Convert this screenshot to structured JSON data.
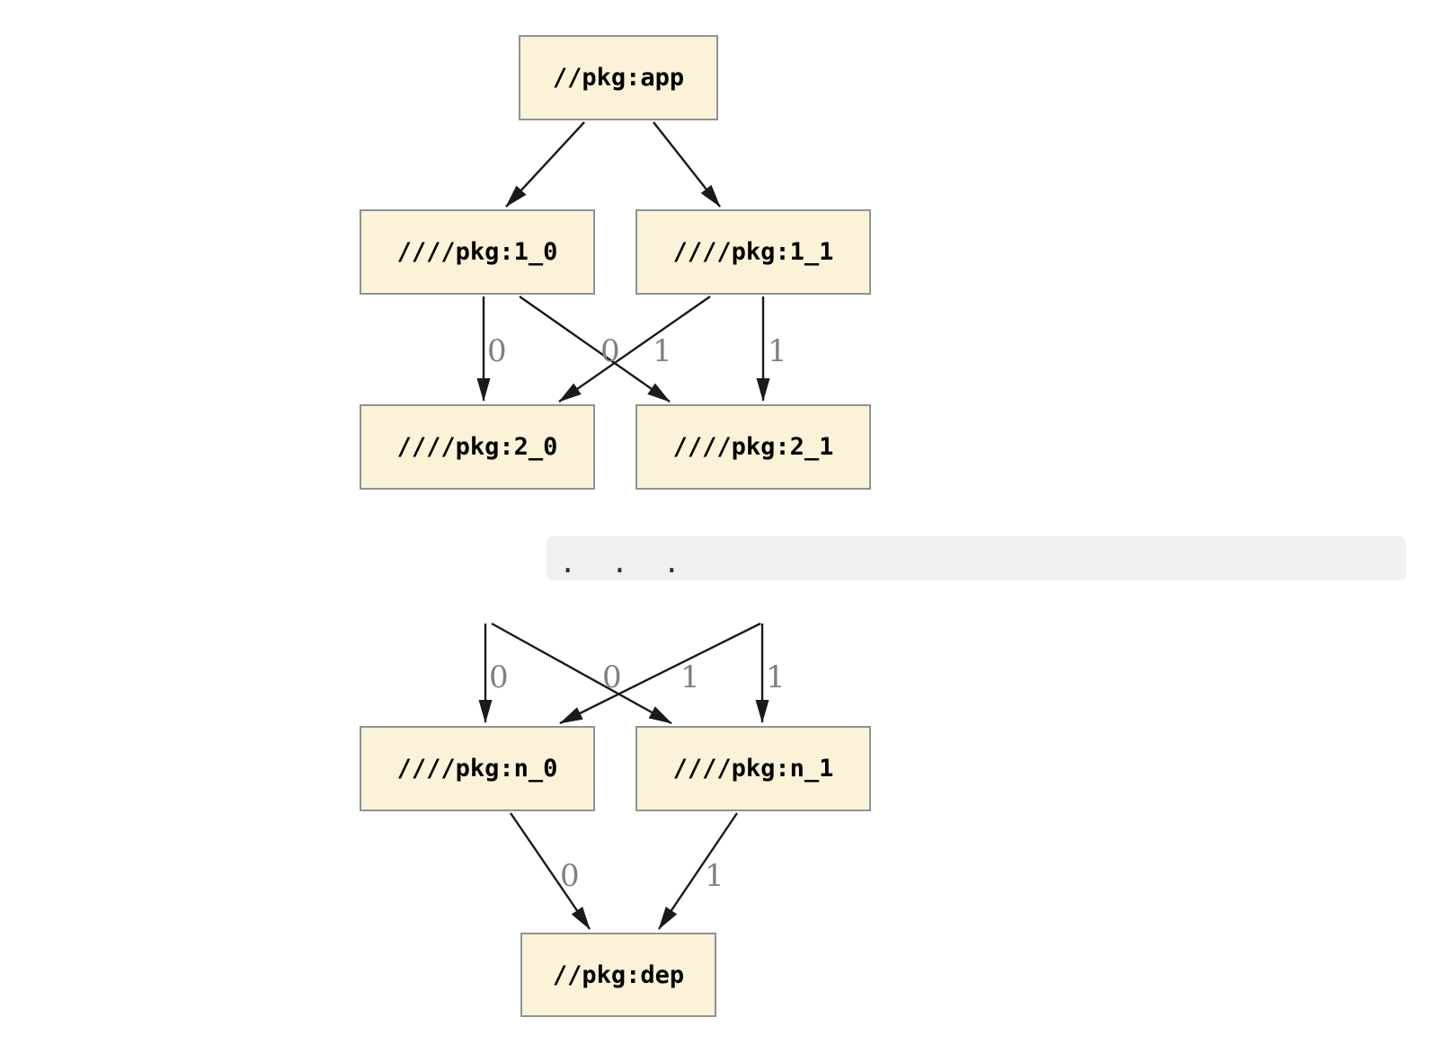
{
  "diagram": {
    "type": "dependency-graph",
    "nodes": [
      {
        "id": "app",
        "label": "//pkg:app"
      },
      {
        "id": "1_0",
        "label": "////pkg:1_0"
      },
      {
        "id": "1_1",
        "label": "////pkg:1_1"
      },
      {
        "id": "2_0",
        "label": "////pkg:2_0"
      },
      {
        "id": "2_1",
        "label": "////pkg:2_1"
      },
      {
        "id": "n_0",
        "label": "////pkg:n_0"
      },
      {
        "id": "n_1",
        "label": "////pkg:n_1"
      },
      {
        "id": "dep",
        "label": "//pkg:dep"
      }
    ],
    "ellipsis_text": ".  .  .",
    "edges": [
      {
        "from": "app",
        "to": "1_0",
        "label": ""
      },
      {
        "from": "app",
        "to": "1_1",
        "label": ""
      },
      {
        "from": "1_0",
        "to": "2_0",
        "label": "0"
      },
      {
        "from": "1_0",
        "to": "2_1",
        "label": "1"
      },
      {
        "from": "1_1",
        "to": "2_0",
        "label": "0"
      },
      {
        "from": "1_1",
        "to": "2_1",
        "label": "1"
      },
      {
        "from": "...",
        "to": "n_0",
        "label": "0"
      },
      {
        "from": "...",
        "to": "n_1",
        "label": "1"
      },
      {
        "from": "...",
        "to": "n_0",
        "label": "0"
      },
      {
        "from": "...",
        "to": "n_1",
        "label": "1"
      },
      {
        "from": "n_0",
        "to": "dep",
        "label": "0"
      },
      {
        "from": "n_1",
        "to": "dep",
        "label": "1"
      }
    ],
    "colors": {
      "background": "#FFFFFF",
      "node_fill": "#FBF2D7",
      "node_border": "#8C9494",
      "edge": "#1A1A1A",
      "edge_label": "#808080",
      "ellipsis_bg": "#F0F0F0"
    }
  }
}
